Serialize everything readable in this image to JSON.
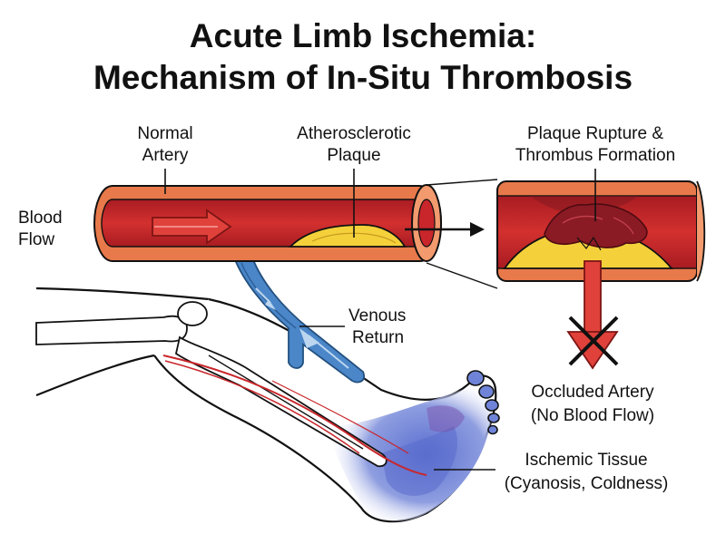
{
  "title": {
    "line1": "Acute Limb Ischemia:",
    "line2": "Mechanism of In-Situ Thrombosis"
  },
  "labels": {
    "normal_artery": [
      "Normal",
      "Artery"
    ],
    "plaque": [
      "Atherosclerotic",
      "Plaque"
    ],
    "rupture": [
      "Plaque Rupture &",
      "Thrombus Formation"
    ],
    "blood_flow": [
      "Blood",
      "Flow"
    ],
    "venous_return": [
      "Venous",
      "Return"
    ],
    "occluded": [
      "Occluded Artery",
      "(No Blood Flow)"
    ],
    "ischemic": [
      "Ischemic Tissue",
      "(Cyanosis, Coldness)"
    ]
  },
  "colors": {
    "artery_wall": "#e8794a",
    "artery_lumen": "#c8262b",
    "plaque": "#f4d13a",
    "thrombus": "#8a1a24",
    "vein": "#4a86c8",
    "cyanosis": "#6a7ad0",
    "arrow_red": "#e0413a"
  }
}
